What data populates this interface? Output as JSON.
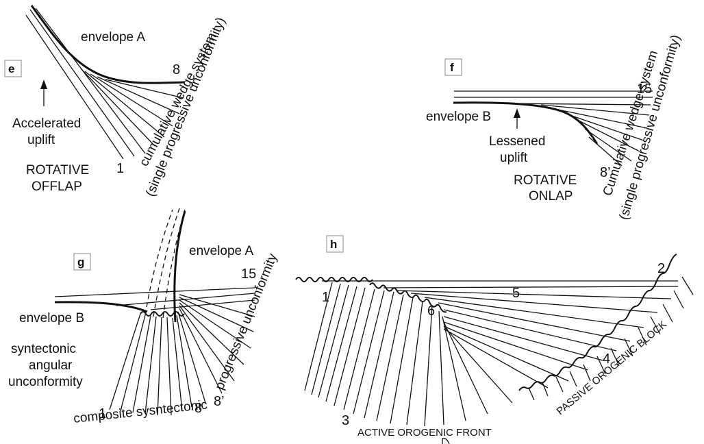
{
  "panel_e": {
    "letter": "e",
    "envelope": "envelope A",
    "number_top": "8",
    "number_bottom": "1",
    "uplift_line1": "Accelerated",
    "uplift_line2": "uplift",
    "mode_line1": "ROTATIVE",
    "mode_line2": "OFFLAP",
    "wedge_line1": "cumulative wedge system",
    "wedge_line2": "(single progressive unconformity)"
  },
  "panel_f": {
    "letter": "f",
    "envelope": "envelope B",
    "number_top": "15",
    "number_bottom": "8’",
    "uplift_line1": "Lessened",
    "uplift_line2": "uplift",
    "mode_line1": "ROTATIVE",
    "mode_line2": "ONLAP",
    "wedge_line1": "Cumulative wedge system",
    "wedge_line2": "(single progressive unconformity)"
  },
  "panel_g": {
    "letter": "g",
    "envelope_a": "envelope A",
    "envelope_b": "envelope B",
    "number_top": "15",
    "number_1": "1",
    "number_8": "8",
    "number_8p": "8’",
    "syn_line1": "syntectonic",
    "syn_line2": "angular",
    "syn_line3": "unconformity",
    "curve_label_1": "composite sysntectonic",
    "curve_label_2": "progressive unconformity"
  },
  "panel_h": {
    "letter": "h",
    "n1": "1",
    "n2": "2",
    "n3": "3",
    "n4": "4",
    "n5": "5",
    "n6": "6",
    "front": "ACTIVE OROGENIC FRONT",
    "passive": "PASSIVE OROGENIC BLOCK"
  }
}
